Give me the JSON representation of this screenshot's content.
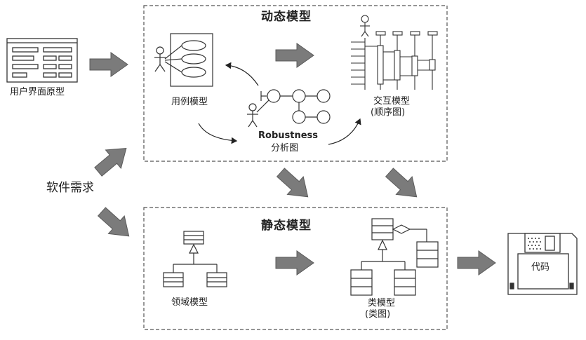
{
  "dynamic_model": {
    "title": "动态模型",
    "use_case": "用例模型",
    "robustness_en": "Robustness",
    "robustness_cn": "分析图",
    "interaction_line1": "交互模型",
    "interaction_line2": "(顺序图)"
  },
  "static_model": {
    "title": "静态模型",
    "domain": "领域模型",
    "class_line1": "类模型",
    "class_line2": "(类图)"
  },
  "ui_prototype": "用户界面原型",
  "requirements": "软件需求",
  "code": "代码",
  "colors": {
    "arrow": "#7b7b7b",
    "arrow_edge": "#5a5a5a",
    "box_border": "#555555",
    "stroke": "#333333"
  }
}
